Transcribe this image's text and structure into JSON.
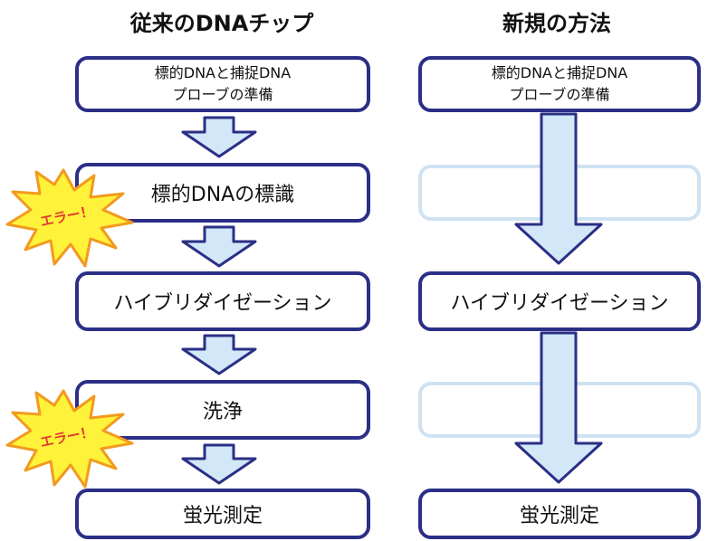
{
  "left": {
    "title": "従来のDNAチップ",
    "steps": [
      {
        "lines": [
          "標的DNAと捕捉DNA",
          "プローブの準備"
        ]
      },
      {
        "text": "標的DNAの標識"
      },
      {
        "text": "ハイブリダイゼーション"
      },
      {
        "text": "洗浄"
      },
      {
        "text": "蛍光測定"
      }
    ],
    "errors": [
      "エラー！",
      "エラー！"
    ]
  },
  "right": {
    "title": "新規の方法",
    "steps": [
      {
        "lines": [
          "標的DNAと捕捉DNA",
          "プローブの準備"
        ]
      },
      {
        "text": ""
      },
      {
        "text": "ハイブリダイゼーション"
      },
      {
        "text": ""
      },
      {
        "text": "蛍光測定"
      }
    ]
  },
  "colors": {
    "box_border": "#2b2f86",
    "ghost_border": "#cfe2f2",
    "arrow_fill": "#d2e8f8",
    "arrow_stroke": "#2b2f86",
    "burst_fill": "#fff23a",
    "burst_stroke": "#f29a1f",
    "burst_text": "#e23a2f"
  }
}
